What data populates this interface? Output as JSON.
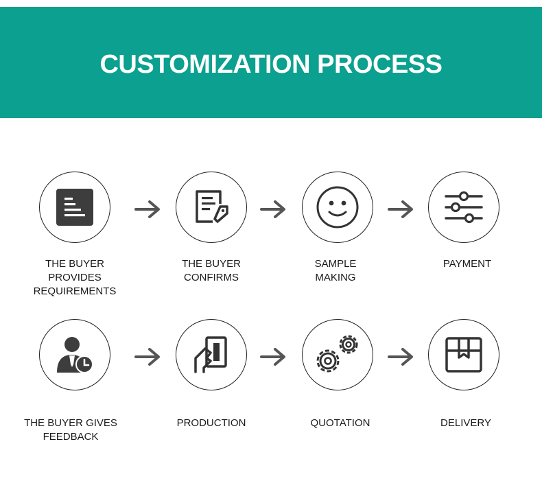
{
  "banner": {
    "title": "CUSTOMIZATION PROCESS",
    "color": "#0ba08f"
  },
  "steps": [
    {
      "label": "THE BUYER\nPROVIDES\nREQUIREMENTS",
      "icon": "document-icon"
    },
    {
      "label": "THE BUYER\nCONFIRMS",
      "icon": "form-tag-icon"
    },
    {
      "label": "SAMPLE\nMAKING",
      "icon": "smiley-icon"
    },
    {
      "label": "PAYMENT",
      "icon": "sliders-icon"
    },
    {
      "label": "THE BUYER GIVES\nFEEDBACK",
      "icon": "user-clock-icon"
    },
    {
      "label": "PRODUCTION",
      "icon": "hand-card-icon"
    },
    {
      "label": "QUOTATION",
      "icon": "gears-icon"
    },
    {
      "label": "DELIVERY",
      "icon": "package-icon"
    }
  ]
}
